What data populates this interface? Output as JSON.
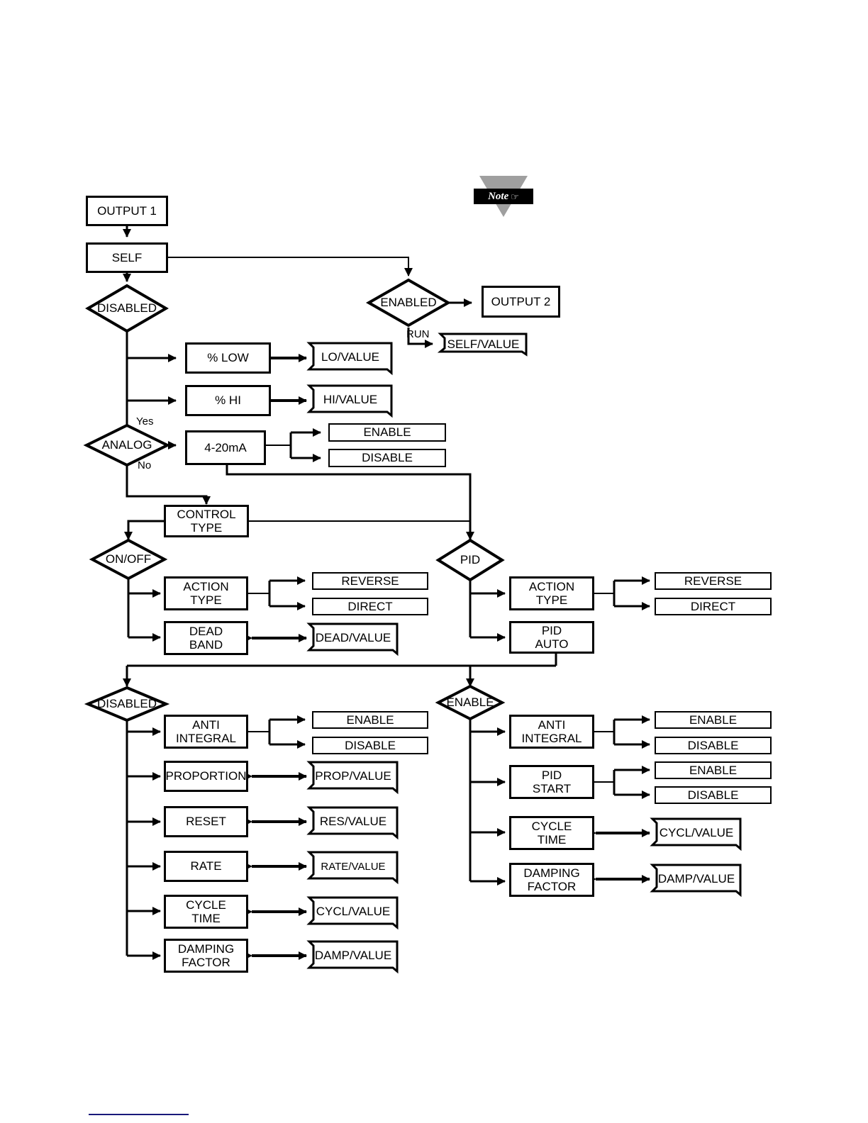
{
  "page": {
    "title": "OUTPUT 1 / OUTPUT 2 configuration flowchart",
    "background": "#ffffff",
    "ink": "#000000",
    "rule_color": "#19197a",
    "note_triangle_color": "#9f9f9f"
  },
  "note_icon": {
    "label": "Note",
    "hand_glyph": "☞",
    "name": "note-callout-icon"
  },
  "nodes": {
    "output1": {
      "label": "OUTPUT 1",
      "type": "process"
    },
    "self": {
      "label": "SELF",
      "type": "process"
    },
    "disabled_top": {
      "label": "DISABLED",
      "type": "decision"
    },
    "enabled_top": {
      "label": "ENABLED",
      "type": "decision"
    },
    "output2": {
      "label": "OUTPUT 2",
      "type": "process"
    },
    "self_value": {
      "label": "SELF/VALUE",
      "type": "document"
    },
    "pct_low": {
      "label": "% LOW",
      "type": "process"
    },
    "lo_value": {
      "label": "LO/VALUE",
      "type": "document"
    },
    "pct_hi": {
      "label": "% HI",
      "type": "process"
    },
    "hi_value": {
      "label": "HI/VALUE",
      "type": "document"
    },
    "analog": {
      "label": "ANALOG",
      "type": "decision"
    },
    "ma_4_20": {
      "label": "4-20mA",
      "type": "process"
    },
    "analog_enable": {
      "label": "ENABLE",
      "type": "process"
    },
    "analog_disable": {
      "label": "DISABLE",
      "type": "process"
    },
    "control_type": {
      "label": "CONTROL\nTYPE",
      "line1": "CONTROL",
      "line2": "TYPE",
      "type": "process"
    },
    "onoff": {
      "label": "ON/OFF",
      "type": "decision"
    },
    "pid": {
      "label": "PID",
      "type": "decision"
    },
    "onoff_action_type": {
      "line1": "ACTION",
      "line2": "TYPE",
      "type": "process"
    },
    "onoff_reverse": {
      "label": "REVERSE",
      "type": "process"
    },
    "onoff_direct": {
      "label": "DIRECT",
      "type": "process"
    },
    "dead_band": {
      "line1": "DEAD",
      "line2": "BAND",
      "type": "process"
    },
    "dead_value": {
      "label": "DEAD/VALUE",
      "type": "document"
    },
    "pid_action_type": {
      "line1": "ACTION",
      "line2": "TYPE",
      "type": "process"
    },
    "pid_reverse": {
      "label": "REVERSE",
      "type": "process"
    },
    "pid_direct": {
      "label": "DIRECT",
      "type": "process"
    },
    "pid_auto": {
      "line1": "PID",
      "line2": "AUTO",
      "type": "process"
    },
    "disabled_bottom": {
      "label": "DISABLED",
      "type": "decision"
    },
    "enable_bottom": {
      "label": "ENABLE",
      "type": "decision"
    },
    "l_anti_integral": {
      "line1": "ANTI",
      "line2": "INTEGRAL",
      "type": "process"
    },
    "l_ai_enable": {
      "label": "ENABLE",
      "type": "process"
    },
    "l_ai_disable": {
      "label": "DISABLE",
      "type": "process"
    },
    "l_proportion": {
      "label": "PROPORTION",
      "type": "process"
    },
    "l_prop_value": {
      "label": "PROP/VALUE",
      "type": "document"
    },
    "l_reset": {
      "label": "RESET",
      "type": "process"
    },
    "l_res_value": {
      "label": "RES/VALUE",
      "type": "document"
    },
    "l_rate": {
      "label": "RATE",
      "type": "process"
    },
    "l_rate_value": {
      "label": "RATE/VALUE",
      "type": "document"
    },
    "l_cycle_time": {
      "line1": "CYCLE",
      "line2": "TIME",
      "type": "process"
    },
    "l_cycl_value": {
      "label": "CYCL/VALUE",
      "type": "document"
    },
    "l_damping": {
      "line1": "DAMPING",
      "line2": "FACTOR",
      "type": "process"
    },
    "l_damp_value": {
      "label": "DAMP/VALUE",
      "type": "document"
    },
    "r_anti_integral": {
      "line1": "ANTI",
      "line2": "INTEGRAL",
      "type": "process"
    },
    "r_ai_enable": {
      "label": "ENABLE",
      "type": "process"
    },
    "r_ai_disable": {
      "label": "DISABLE",
      "type": "process"
    },
    "r_pid_start": {
      "line1": "PID",
      "line2": "START",
      "type": "process"
    },
    "r_ps_enable": {
      "label": "ENABLE",
      "type": "process"
    },
    "r_ps_disable": {
      "label": "DISABLE",
      "type": "process"
    },
    "r_cycle_time": {
      "line1": "CYCLE",
      "line2": "TIME",
      "type": "process"
    },
    "r_cycl_value": {
      "label": "CYCL/VALUE",
      "type": "document"
    },
    "r_damping": {
      "line1": "DAMPING",
      "line2": "FACTOR",
      "type": "process"
    },
    "r_damp_value": {
      "label": "DAMP/VALUE",
      "type": "document"
    }
  },
  "edge_labels": {
    "run": "RUN",
    "analog_yes": "Yes",
    "analog_no": "No"
  }
}
